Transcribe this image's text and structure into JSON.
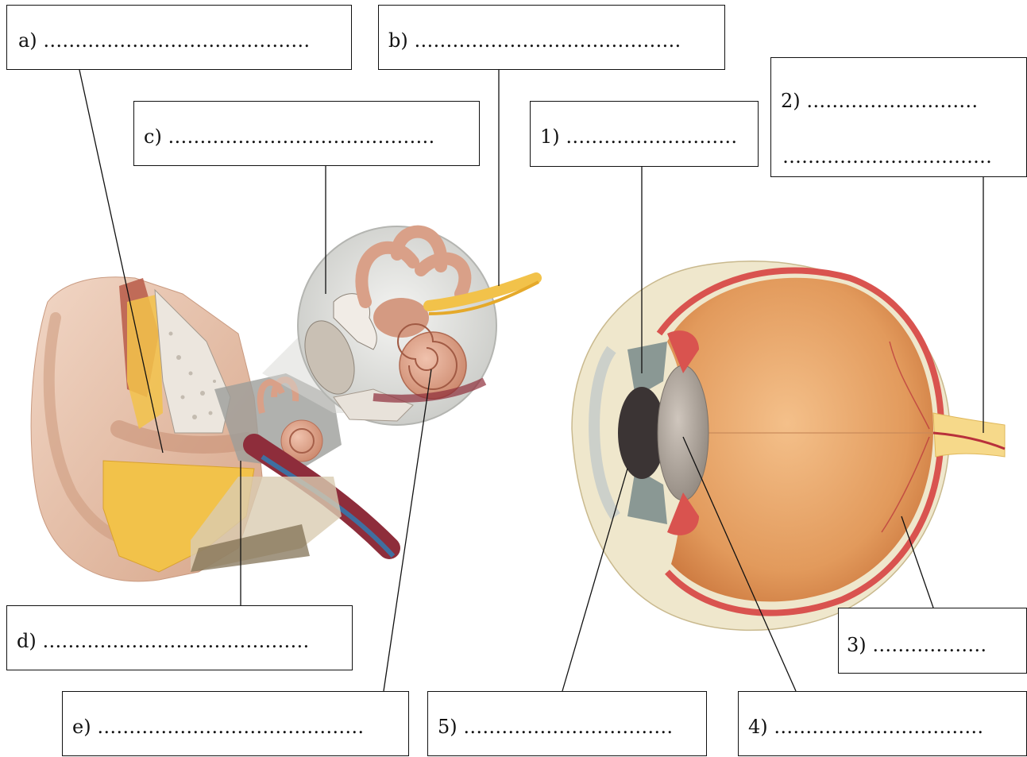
{
  "ear_labels": [
    {
      "id": "a",
      "text": "a) ……………………………………"
    },
    {
      "id": "b",
      "text": "b) ……………………………………"
    },
    {
      "id": "c",
      "text": "c) ……………………………………"
    },
    {
      "id": "d",
      "text": "d) ……………………………………"
    },
    {
      "id": "e",
      "text": "e) ……………………………………"
    }
  ],
  "eye_labels": [
    {
      "id": "1",
      "text": "1) ………………………"
    },
    {
      "id": "2",
      "lines": [
        "2) ………………………",
        "……………………………"
      ]
    },
    {
      "id": "3",
      "text": "3) ………………"
    },
    {
      "id": "4",
      "text": "4) ……………………………"
    },
    {
      "id": "5",
      "text": "5) ……………………………"
    }
  ],
  "colors": {
    "skin": "#e9c7b2",
    "skin_shadow": "#d9a98e",
    "cochlea": "#d9a088",
    "fat": "#f2c24a",
    "bone": "#e8e2da",
    "eye_vitreous": "#e8a66b",
    "eye_sclera": "#f0e6c9",
    "retina_red": "#d9534f",
    "nerve_yellow": "#f6d98a",
    "iris": "#3b3b3b"
  }
}
